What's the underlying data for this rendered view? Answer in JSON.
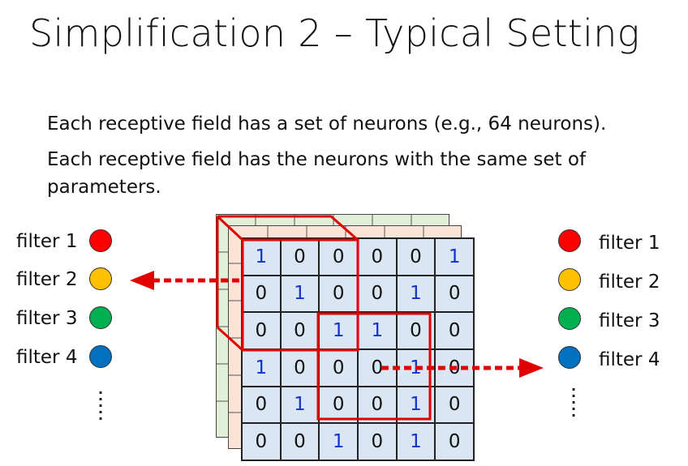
{
  "title": "Simplification 2 – Typical Setting",
  "bullets": [
    "Each receptive field has a set of neurons (e.g., 64 neurons).",
    "Each receptive field has the neurons with the same set of",
    "parameters."
  ],
  "filters_left": [
    {
      "label": "filter 1",
      "color": "#ff0000"
    },
    {
      "label": "filter 2",
      "color": "#ffc000"
    },
    {
      "label": "filter 3",
      "color": "#00b050"
    },
    {
      "label": "filter 4",
      "color": "#0070c0"
    }
  ],
  "filters_right": [
    {
      "label": "filter 1",
      "color": "#ff0000"
    },
    {
      "label": "filter 2",
      "color": "#ffc000"
    },
    {
      "label": "filter 3",
      "color": "#00b050"
    },
    {
      "label": "filter 4",
      "color": "#0070c0"
    }
  ],
  "image_grid": [
    [
      "1",
      "0",
      "0",
      "0",
      "0",
      "1"
    ],
    [
      "0",
      "1",
      "0",
      "0",
      "1",
      "0"
    ],
    [
      "0",
      "0",
      "1",
      "1",
      "0",
      "0"
    ],
    [
      "1",
      "0",
      "0",
      "0",
      "1",
      "0"
    ],
    [
      "0",
      "1",
      "0",
      "0",
      "1",
      "0"
    ],
    [
      "0",
      "0",
      "1",
      "0",
      "1",
      "0"
    ]
  ],
  "colors": {
    "front_layer": "#dbe6f4",
    "middle_layer": "#fbe3d6",
    "back_layer": "#e2efd9",
    "highlight": "#e00000",
    "one_digit": "#1133cc"
  }
}
